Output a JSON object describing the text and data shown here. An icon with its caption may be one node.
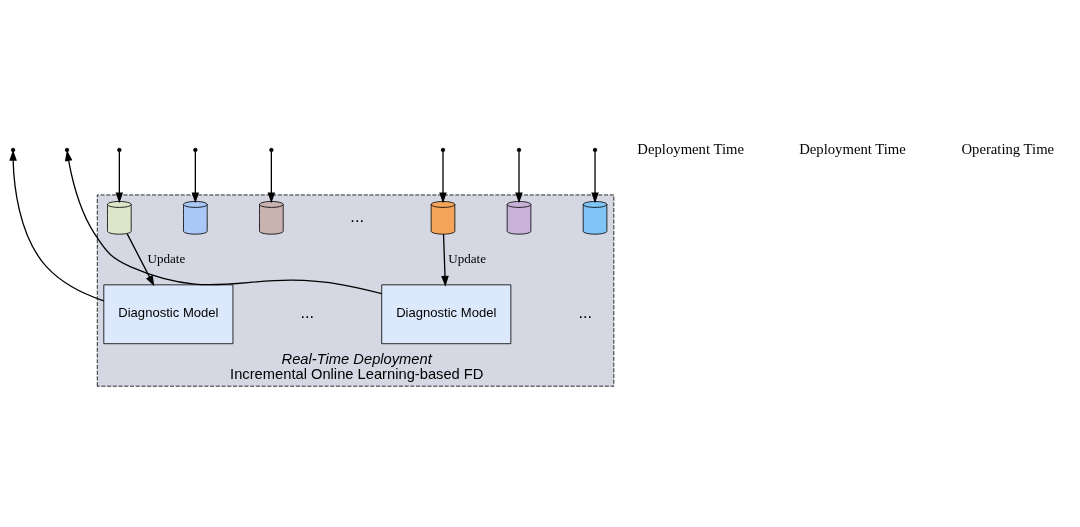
{
  "diagram": {
    "nodes": [
      {
        "text": [
          "Real-Time Deployment",
          "Incremental Online Learning-based FD"
        ]
      },
      {
        "text": [],
        "shape": "cylinder",
        "in": 0
      },
      {
        "text": [],
        "shape": "cylinder",
        "in": 0
      },
      {
        "text": [],
        "shape": "cylinder",
        "in": 0
      },
      {
        "text": [],
        "shape": "cylinder",
        "in": 0
      },
      {
        "text": [],
        "shape": "cylinder",
        "in": 0
      },
      {
        "text": [],
        "shape": "cylinder",
        "in": 0
      },
      {
        "text": [
          "Diagnostic Model"
        ],
        "in": 0
      },
      {
        "text": [
          "Diagnostic Model"
        ],
        "in": 0
      }
    ],
    "edges": [
      {
        "from": null,
        "to": 1,
        "arrow": "to"
      },
      {
        "from": null,
        "to": 2,
        "arrow": "to"
      },
      {
        "from": null,
        "to": 3,
        "arrow": "to"
      },
      {
        "from": null,
        "to": 4,
        "arrow": "to"
      },
      {
        "from": null,
        "to": 5,
        "arrow": "to"
      },
      {
        "from": null,
        "to": 6,
        "arrow": "to"
      },
      {
        "from": 1,
        "to": 7,
        "arrow": "to",
        "label": "Update"
      },
      {
        "from": 7,
        "to": null,
        "arrow": "to"
      },
      {
        "from": 4,
        "to": 8,
        "arrow": "to",
        "label": "Update"
      },
      {
        "from": 8,
        "to": null,
        "arrow": "to"
      }
    ],
    "labels": [
      "Deployment Time",
      "Deployment Time",
      "Operating Time",
      "...",
      "...",
      "..."
    ]
  }
}
